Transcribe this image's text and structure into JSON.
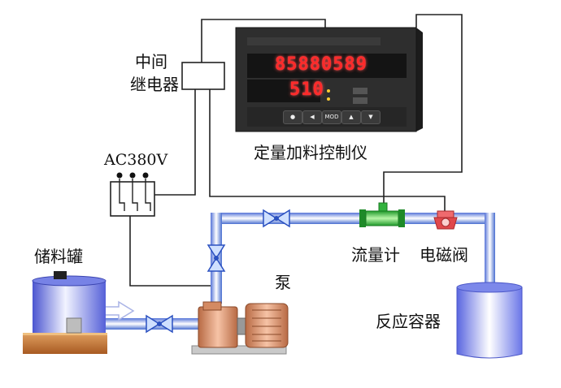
{
  "labels": {
    "relay": [
      "中间",
      "继电器"
    ],
    "controller": "定量加料控制仪",
    "power": "AC380V",
    "storage_tank": "储料罐",
    "pump": "泵",
    "flowmeter": "流量计",
    "solenoid_valve": "电磁阀",
    "reactor": "反应容器"
  },
  "display": {
    "upper_value": "85880589",
    "lower_value": "510",
    "mode_button": "MOD"
  },
  "colors": {
    "pipe": "#4a6fd0",
    "pipe_highlight": "#ffffff",
    "wire": "#222222",
    "panel": "#2b2b2b",
    "display_red": "#ff2a2a",
    "pump_body": "#d9906a",
    "flowmeter": "#44cc44",
    "solenoid": "#e0484c",
    "tank": "#6a76e0",
    "wood": "#c8783a"
  },
  "icons": [
    "valve-icon",
    "pump-icon",
    "tank-icon",
    "flow-arrow-icon"
  ]
}
